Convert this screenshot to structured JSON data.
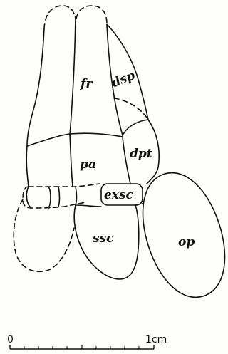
{
  "labels": {
    "fr": "fr",
    "dsp": "dsp",
    "pa": "pa",
    "dpt": "dpt",
    "exsc": "exsc",
    "ssc": "ssc",
    "op": "op"
  },
  "scale_bar": {
    "start_label": "0",
    "end_label": "1cm"
  }
}
